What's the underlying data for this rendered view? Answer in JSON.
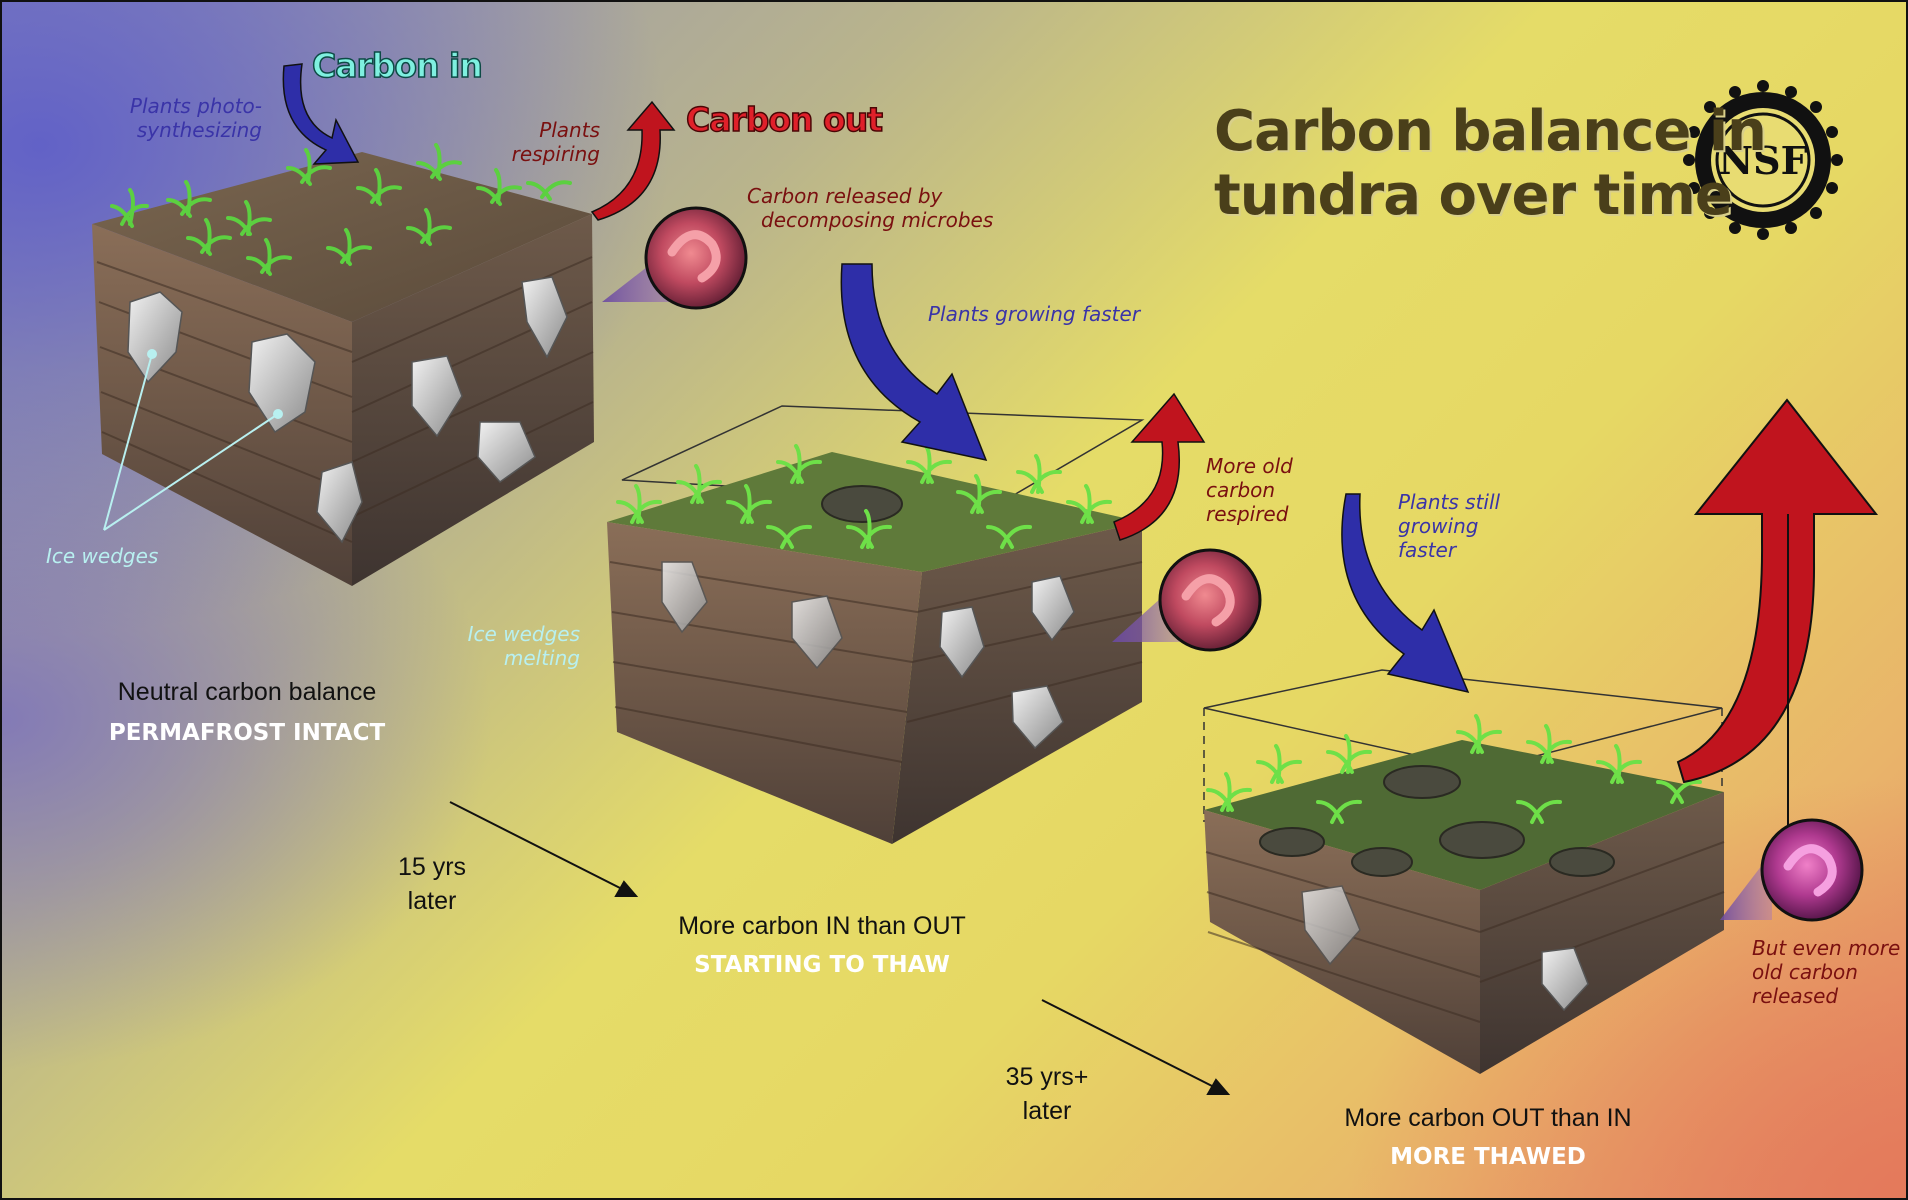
{
  "title": {
    "line1": "Carbon balance in",
    "line2": "tundra over time"
  },
  "logo": {
    "text": "NSF"
  },
  "panel1": {
    "carbon_in": "Carbon in",
    "carbon_out": "Carbon out",
    "plants_photo_1": "Plants photo-",
    "plants_photo_2": "synthesizing",
    "plants_respiring_1": "Plants",
    "plants_respiring_2": "respiring",
    "microbes_1": "Carbon released by",
    "microbes_2": "decomposing microbes",
    "ice_wedges": "Ice wedges",
    "caption": "Neutral carbon balance",
    "status": "PERMAFROST INTACT"
  },
  "transition1": {
    "line1": "15 yrs",
    "line2": "later"
  },
  "panel2": {
    "plants_faster": "Plants growing faster",
    "old_carbon_1": "More old",
    "old_carbon_2": "carbon",
    "old_carbon_3": "respired",
    "ice_melting_1": "Ice wedges",
    "ice_melting_2": "melting",
    "caption": "More carbon IN than OUT",
    "status": "STARTING TO THAW"
  },
  "transition2": {
    "line1": "35 yrs+",
    "line2": "later"
  },
  "panel3": {
    "plants_still_1": "Plants still",
    "plants_still_2": "growing",
    "plants_still_3": "faster",
    "even_more_1": "But even more",
    "even_more_2": "old carbon",
    "even_more_3": "released",
    "caption": "More carbon OUT than IN",
    "status": "MORE THAWED"
  },
  "colors": {
    "carbon_in_arrow": "#2e2ea8",
    "carbon_out_arrow": "#c0141e",
    "title_text": "#4a3f1a",
    "status_text": "#ffffff"
  }
}
